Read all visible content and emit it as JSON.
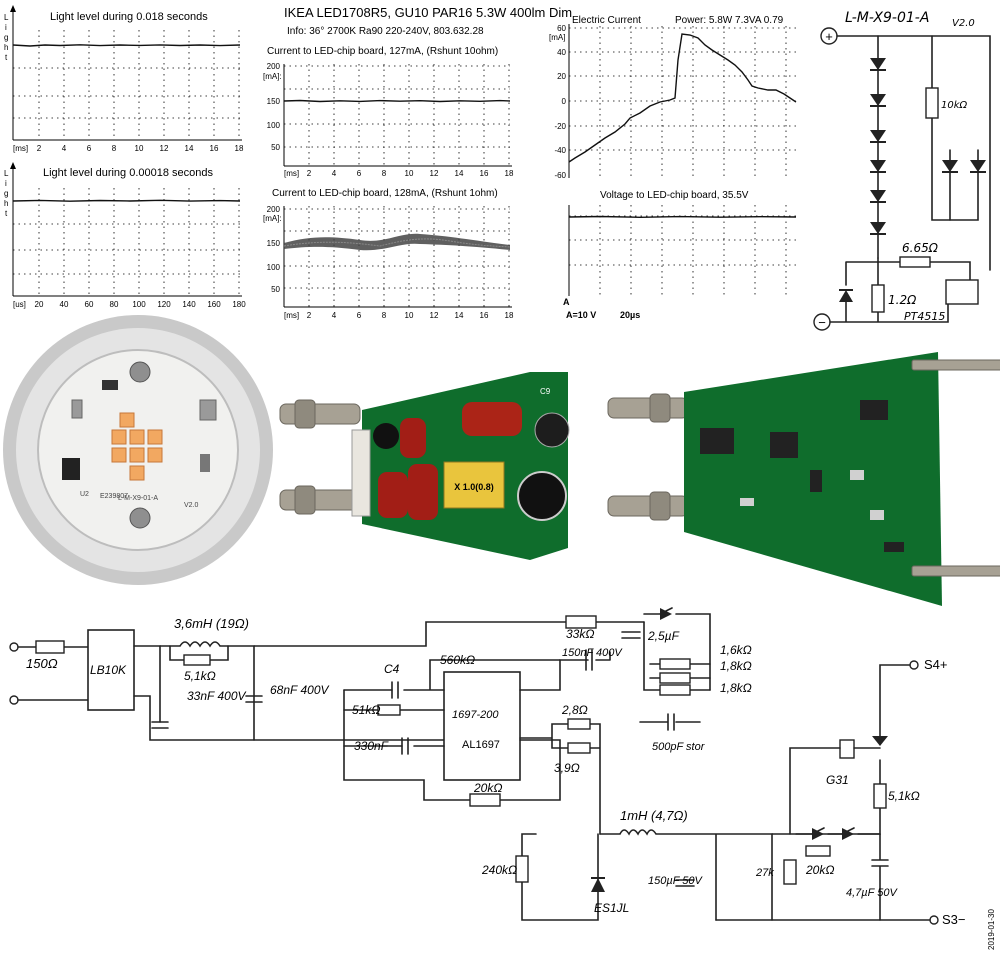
{
  "header": {
    "title": "IKEA LED1708R5, GU10 PAR16 5.3W 400lm Dim",
    "info": "Info: 36° 2700K Ra90 220-240V, 803.632.28",
    "date": "2019-01-30"
  },
  "light_plot_1": {
    "title": "Light level during 0.018 seconds",
    "ylabel": "Light",
    "xunit": "[ms]",
    "xticks": [
      "2",
      "4",
      "6",
      "8",
      "10",
      "12",
      "14",
      "16",
      "18"
    ]
  },
  "light_plot_2": {
    "title": "Light level during 0.00018 seconds",
    "ylabel": "Light",
    "xunit": "[us]",
    "xticks": [
      "20",
      "40",
      "60",
      "80",
      "100",
      "120",
      "140",
      "160",
      "180"
    ]
  },
  "current_plot_1": {
    "title": "Current to LED-chip board, 127mA, (Rshunt 10ohm)",
    "yunit": "[mA]:",
    "yticks": [
      "200",
      "150",
      "100",
      "50"
    ],
    "xunit": "[ms]",
    "xticks": [
      "2",
      "4",
      "6",
      "8",
      "10",
      "12",
      "14",
      "16",
      "18"
    ]
  },
  "current_plot_2": {
    "title": "Current to LED-chip board, 128mA, (Rshunt 1ohm)",
    "yunit": "[mA]:",
    "yticks": [
      "200",
      "150",
      "100",
      "50"
    ],
    "xunit": "[ms]",
    "xticks": [
      "2",
      "4",
      "6",
      "8",
      "10",
      "12",
      "14",
      "16",
      "18"
    ]
  },
  "electric_current_plot": {
    "title": "Electric Current",
    "power": "Power: 5.8W 7.3VA 0.79",
    "yunit": "[mA]",
    "yticks": [
      "60",
      "40",
      "20",
      "0",
      "-20",
      "-40",
      "-60"
    ]
  },
  "voltage_plot": {
    "title": "Voltage to LED-chip board, 35.5V",
    "marker": "A",
    "scale": "A=10 V",
    "timebase": "20µs"
  },
  "led_board_schematic": {
    "board_id": "L-M-X9-01-A",
    "version": "V2.0",
    "plus": "+",
    "minus": "−",
    "r_10k": "10kΩ",
    "r_665": "6.65Ω",
    "r_12": "1.2Ω",
    "sensor": "PT4515"
  },
  "photo": {
    "board_label_1": "L-M-X9-01-A",
    "board_label_2": "E239807",
    "board_label_3": "U2",
    "board_label_4": "V2.0",
    "transformer": "X 1.0(0.8)",
    "cap_label": "C9"
  },
  "driver_schematic": {
    "inductor_main": "3,6mH (19Ω)",
    "r_150": "150Ω",
    "bridge": "LB10K",
    "r_51k": "5,1kΩ",
    "c_33": "33nF 400V",
    "c_68": "68nF 400V",
    "c4": "C4",
    "r_560k": "560kΩ",
    "r_51k_b": "51kΩ",
    "c_330": "330nF",
    "ic_code": "1697-200",
    "ic_name": "AL1697",
    "r_20k": "20kΩ",
    "r_33k": "33kΩ",
    "c_25": "2,5µF",
    "c_150_400": "150nF 400V",
    "r_28": "2,8Ω",
    "r_39": "3,9Ω",
    "r_16": "1,6kΩ",
    "r_18a": "1,8kΩ",
    "r_18b": "1,8kΩ",
    "c_500": "500pF stor",
    "inductor_out": "1mH (4,7Ω)",
    "r_240k": "240kΩ",
    "diode": "ES1JL",
    "c_150u": "150µF 50V",
    "s4": "S4+",
    "s3": "S3−",
    "q": "G31",
    "r_51k_c": "5,1kΩ",
    "r_27k": "27k",
    "r_20k_b": "20kΩ",
    "c_47": "4,7µF 50V"
  }
}
